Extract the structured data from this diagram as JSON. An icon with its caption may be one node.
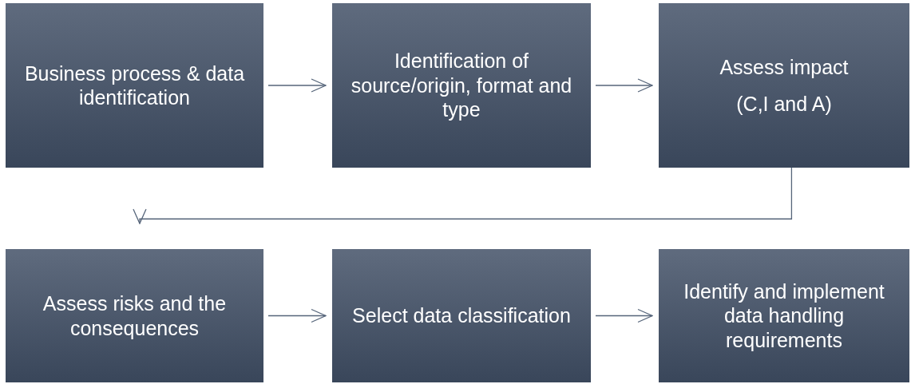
{
  "diagram": {
    "nodes": [
      {
        "text": [
          "Business process & data identification"
        ]
      },
      {
        "text": [
          "Identification of source/origin, format and type"
        ]
      },
      {
        "text": [
          "Assess impact",
          "(C,I and A)"
        ]
      },
      {
        "text": [
          "Assess risks and the consequences"
        ]
      },
      {
        "text": [
          "Select data classification"
        ]
      },
      {
        "text": [
          "Identify and implement data handling requirements"
        ]
      }
    ],
    "edges": [
      {
        "from": 0,
        "to": 1,
        "arrow": "to"
      },
      {
        "from": 1,
        "to": 2,
        "arrow": "to"
      },
      {
        "from": 2,
        "to": 3,
        "arrow": "to"
      },
      {
        "from": 3,
        "to": 4,
        "arrow": "to"
      },
      {
        "from": 4,
        "to": 5,
        "arrow": "to"
      }
    ]
  }
}
